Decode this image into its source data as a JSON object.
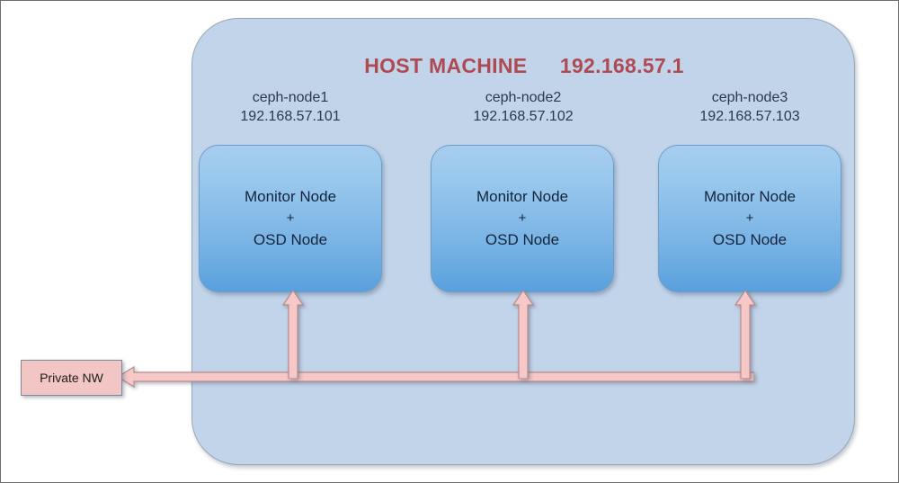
{
  "diagram": {
    "host": {
      "title": "HOST MACHINE",
      "ip": "192.168.57.1"
    },
    "nodes": [
      {
        "name": "ceph-node1",
        "ip": "192.168.57.101",
        "role_line1": "Monitor Node",
        "role_plus": "+",
        "role_line2": "OSD Node"
      },
      {
        "name": "ceph-node2",
        "ip": "192.168.57.102",
        "role_line1": "Monitor Node",
        "role_plus": "+",
        "role_line2": "OSD Node"
      },
      {
        "name": "ceph-node3",
        "ip": "192.168.57.103",
        "role_line1": "Monitor Node",
        "role_plus": "+",
        "role_line2": "OSD Node"
      }
    ],
    "network": {
      "label": "Private NW"
    },
    "colors": {
      "host_container_fill": "#c2d4e9",
      "host_title_text": "#b04a52",
      "node_box_top": "#a7cdee",
      "node_box_bottom": "#59a0dd",
      "node_box_border": "#6d9ec9",
      "arrow_fill": "#f6c8c8",
      "arrow_stroke": "#c98f92",
      "private_nw_fill": "#f1c6c5",
      "private_nw_border": "#7f8a99",
      "caption_text": "#2b3a4a",
      "node_text": "#14243a"
    }
  }
}
